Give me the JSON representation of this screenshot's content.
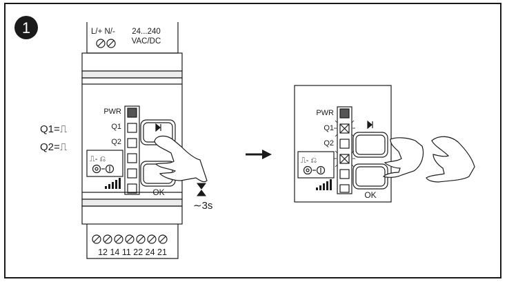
{
  "step_number": "1",
  "left_notes": [
    "Q1=⎍",
    "Q2=⎍"
  ],
  "device_left": {
    "top_terminals": {
      "label_left": "L/+ N/-",
      "label_right_line1": "24...240",
      "label_right_line2": "VAC/DC"
    },
    "leds": [
      "PWR",
      "Q1",
      "Q2"
    ],
    "mode_symbol": "⎍- ⎌",
    "button_label": "OK",
    "bottom_terminals": "12 14 11 22 24 21"
  },
  "hold_time": "∼3s",
  "device_right": {
    "leds": [
      "PWR",
      "Q1",
      "Q2"
    ],
    "mode_symbol": "⎍- ⎌",
    "button_label": "OK"
  },
  "colors": {
    "line": "#1a1a1a",
    "panel": "#ffffff",
    "grey": "#d8d8d8"
  }
}
